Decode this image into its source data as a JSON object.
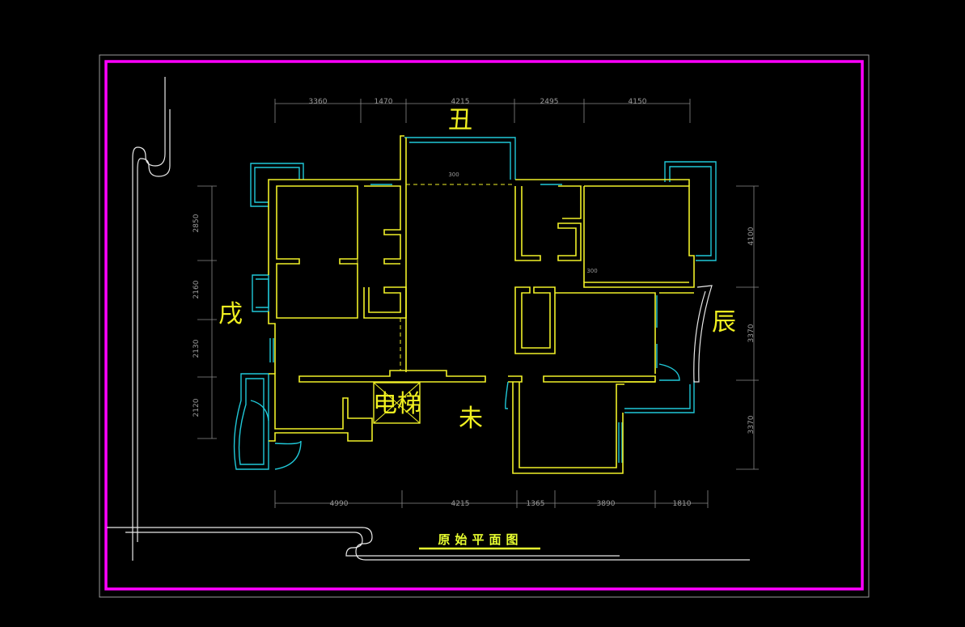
{
  "drawing": {
    "title": "原始平面图",
    "directions": {
      "north": "丑",
      "west": "戌",
      "east": "辰",
      "south": "未"
    },
    "elevator": "电梯",
    "small_notes": [
      "300",
      "300"
    ],
    "dims_top": [
      "3360",
      "1470",
      "4215",
      "2495",
      "4150"
    ],
    "dims_bottom": [
      "4990",
      "4215",
      "1365",
      "3890",
      "1810"
    ],
    "dims_left": [
      "2850",
      "2160",
      "2130",
      "2120"
    ],
    "dims_right": [
      "4100",
      "3370",
      "3370"
    ]
  },
  "colors": {
    "frame": "#ff00ff",
    "wall": "#f0f028",
    "window": "#20c8d8",
    "dimension": "#8a8a8a",
    "title": "#e8ff30"
  }
}
